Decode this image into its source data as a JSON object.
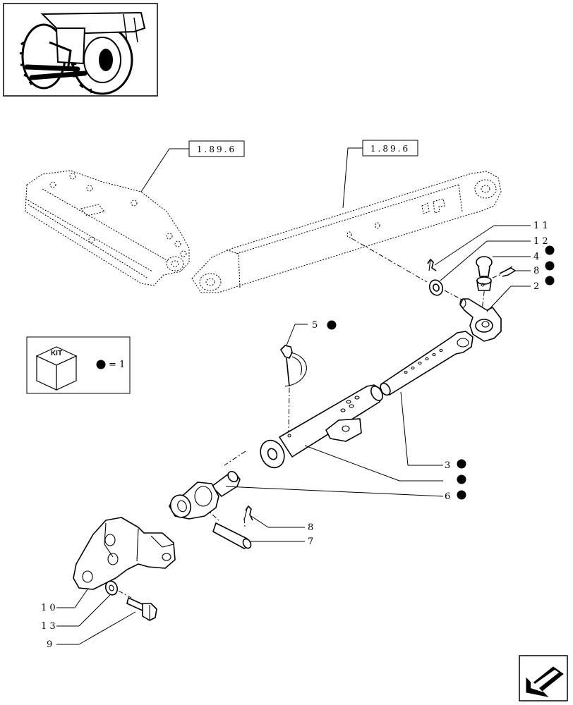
{
  "reference_boxes": [
    "1.89.6",
    "1.89.6"
  ],
  "kit_legend": {
    "box_label": "KIT",
    "equals_text": "= 1"
  },
  "callouts": {
    "c11": "1 1",
    "c12": "1 2",
    "c4": "4",
    "c8a": "8",
    "c2": "2",
    "c5": "5",
    "c3": "3",
    "c6": "6",
    "c8b": "8",
    "c7": "7",
    "c10": "1 0",
    "c13": "1 3",
    "c9": "9"
  },
  "icons": {
    "thumbnail": "tractor-rear-linkage-thumbnail",
    "kit": "kit-cube-icon",
    "dot": "filled-circle-icon",
    "nav": "next-page-arrow-icon"
  }
}
